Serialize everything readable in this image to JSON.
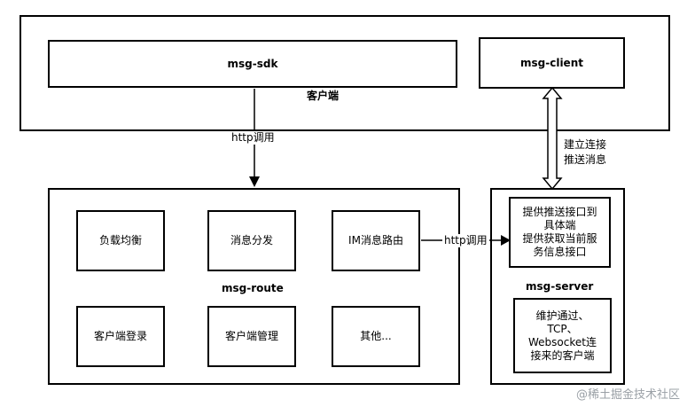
{
  "client": {
    "label": "客户端",
    "sdk_label": "msg-sdk",
    "client_label": "msg-client"
  },
  "edges": {
    "http_call_1": "http调用",
    "http_call_2": "http调用",
    "establish_line1": "建立连接",
    "establish_line2": "推送消息"
  },
  "route": {
    "label": "msg-route",
    "items": [
      "负载均衡",
      "消息分发",
      "IM消息路由",
      "客户端登录",
      "客户端管理",
      "其他..."
    ]
  },
  "server": {
    "label": "msg-server",
    "provide_lines": [
      "提供推送接口到",
      "具体端",
      "提供获取当前服",
      "务信息接口"
    ],
    "maintain_lines": [
      "维护通过、",
      "TCP、",
      "Websocket连",
      "接来的客户端"
    ]
  },
  "watermark": "@稀土掘金技术社区"
}
